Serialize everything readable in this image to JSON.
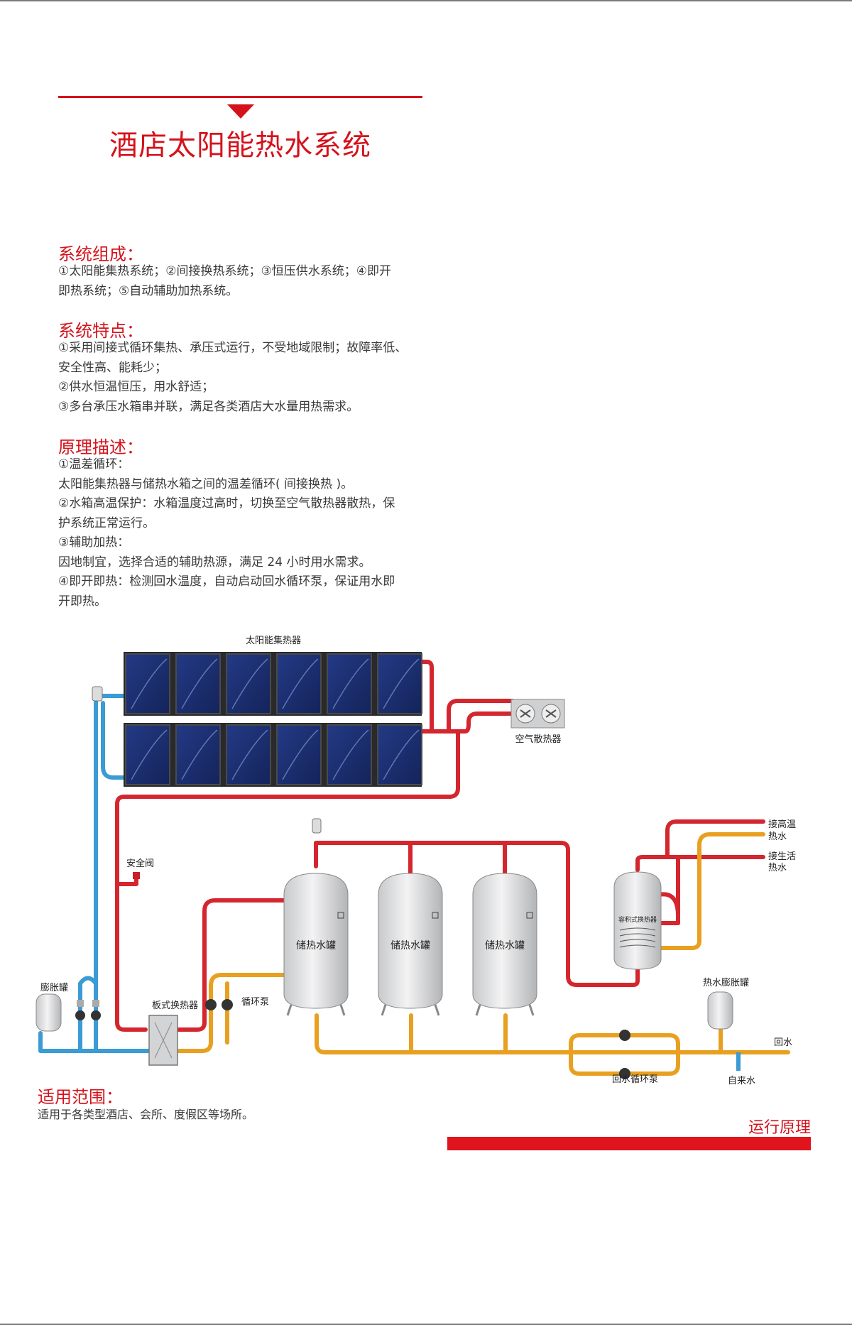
{
  "title": "酒店太阳能热水系统",
  "sections": [
    {
      "heading": "系统组成：",
      "lines": [
        "①太阳能集热系统；②间接换热系统；③恒压供水系统；④即开",
        "即热系统；⑤自动辅助加热系统。"
      ]
    },
    {
      "heading": "系统特点：",
      "lines": [
        "①采用间接式循环集热、承压式运行，不受地域限制；故障率低、",
        "安全性高、能耗少；",
        "②供水恒温恒压，用水舒适；",
        "③多台承压水箱串并联，满足各类酒店大水量用热需求。"
      ]
    },
    {
      "heading": "原理描述：",
      "lines": [
        "①温差循环：",
        "太阳能集热器与储热水箱之间的温差循环( 间接换热 )。",
        "②水箱高温保护：水箱温度过高时，切换至空气散热器散热，保",
        "护系统正常运行。",
        "③辅助加热：",
        "因地制宜，选择合适的辅助热源，满足 24 小时用水需求。",
        "④即开即热：检测回水温度，自动启动回水循环泵，保证用水即",
        "开即热。"
      ]
    }
  ],
  "diagram": {
    "collector_label": "太阳能集热器",
    "air_cooler_label": "空气散热器",
    "safety_valve_label": "安全阀",
    "expansion_tank_label": "膨胀罐",
    "plate_exchanger_label": "板式换热器",
    "circ_pump_label": "循环泵",
    "storage_tank_label": "储热水罐",
    "volumetric_exchanger_label": "容积式换热器",
    "hot_expansion_tank_label": "热水膨胀罐",
    "high_temp_label_1": "接高温",
    "high_temp_label_2": "热水",
    "domestic_label_1": "接生活",
    "domestic_label_2": "热水",
    "return_label": "回水",
    "return_pump_label": "回水循环泵",
    "tap_water_label": "自来水"
  },
  "scope": {
    "heading": "适用范围：",
    "text": "适用于各类型酒店、会所、度假区等场所。"
  },
  "footer_label": "运行原理",
  "colors": {
    "accent_red": "#d5121b",
    "pipe_red": "#d4262e",
    "pipe_blue": "#3a9bd5",
    "pipe_orange": "#e8a020",
    "panel_navy": "#1c2e6b"
  }
}
